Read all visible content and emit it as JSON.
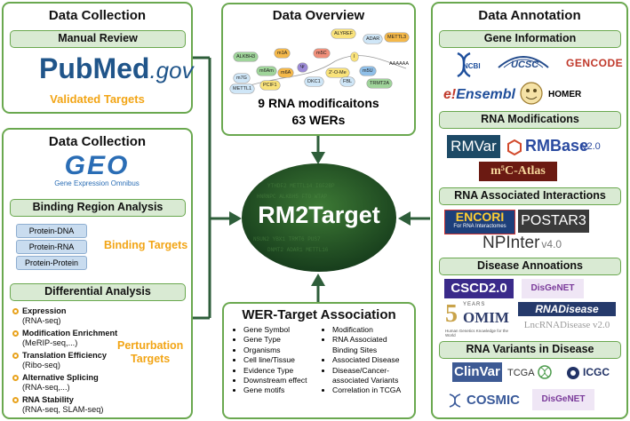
{
  "center": {
    "title": "RM2Target"
  },
  "left_top": {
    "title": "Data Collection",
    "band": "Manual Review",
    "pubmed_pub": "Pub",
    "pubmed_med": "Med",
    "pubmed_gov": ".gov",
    "caption": "Validated Targets"
  },
  "left_bottom": {
    "title": "Data Collection",
    "geo_logo": "GEO",
    "geo_sub": "Gene Expression Omnibus",
    "band_binding": "Binding Region Analysis",
    "binding_items": [
      "Protein-DNA",
      "Protein-RNA",
      "Protein-Protein"
    ],
    "binding_caption": "Binding Targets",
    "band_diff": "Differential Analysis",
    "diff_items": [
      {
        "title": "Expression",
        "sub": "(RNA-seq)"
      },
      {
        "title": "Modification Enrichment",
        "sub": "(MeRIP-seq,...)"
      },
      {
        "title": "Translation Efficiency",
        "sub": "(Ribo-seq)"
      },
      {
        "title": "Alternative Splicing",
        "sub": "(RNA-seq,...)"
      },
      {
        "title": "RNA Stability",
        "sub": "(RNA-seq, SLAM-seq)"
      }
    ],
    "perturbation_caption_1": "Perturbation",
    "perturbation_caption_2": "Targets"
  },
  "overview": {
    "title": "Data Overview",
    "nodes": [
      "ALYREF",
      "ADAR",
      "METTL3",
      "ALKBH3",
      "m1A",
      "m5C",
      "I",
      "m6A",
      "m7G",
      "m6Am",
      "Ψ",
      "DKC1",
      "2'-O-Me",
      "FBL",
      "m5U",
      "TRMT2A",
      "METTL1",
      "PCIF1",
      "AAAAAA"
    ],
    "line1": "9 RNA modificaitons",
    "line2": "63 WERs"
  },
  "association": {
    "title": "WER-Target Association",
    "col1": [
      "Gene Symbol",
      "Gene Type",
      "Organisms",
      "Cell line/Tissue",
      "Evidence Type",
      "Downstream effect",
      "Gene motifs"
    ],
    "col2": [
      "Modification",
      "RNA Associated",
      "Binding Sites",
      "Associated Disease",
      "Disease/Cancer-",
      "associated Variants",
      "Correlation in TCGA"
    ]
  },
  "annotation": {
    "title": "Data Annotation",
    "sections": {
      "gene": "Gene Information",
      "mod": "RNA Modifications",
      "interact": "RNA Associated Interactions",
      "disease": "Disease Annoations",
      "variants": "RNA Variants in Disease"
    },
    "logos": {
      "ncbi": "NCBI",
      "ucsc": "UCSC",
      "gencode": "GENCODE",
      "ensembl": "Ensembl",
      "homer": "HOMER",
      "rmvar": "RMVar",
      "rmbase": "RMBase",
      "rmbase_ver": "v2.0",
      "m5c_atlas": "m⁵C-Atlas",
      "encori": "ENCORI",
      "encori_sub": "For RNA Interactomes",
      "postar": "POSTAR3",
      "npinter": "NPInter",
      "npinter_ver": "v4.0",
      "cscd": "CSCD2.0",
      "disgenet": "DisGeNET",
      "omim": "OMIM",
      "omim_years": "YEARS",
      "omim_sub": "Human Genetics Knowledge for the World",
      "rnadisease": "RNADisease",
      "lncrnadisease": "LncRNADisease v2.0",
      "clinvar": "ClinVar",
      "tcga": "TCGA",
      "icgc": "ICGC",
      "cosmic": "COSMIC",
      "disgenet2": "DisGeNET"
    }
  }
}
